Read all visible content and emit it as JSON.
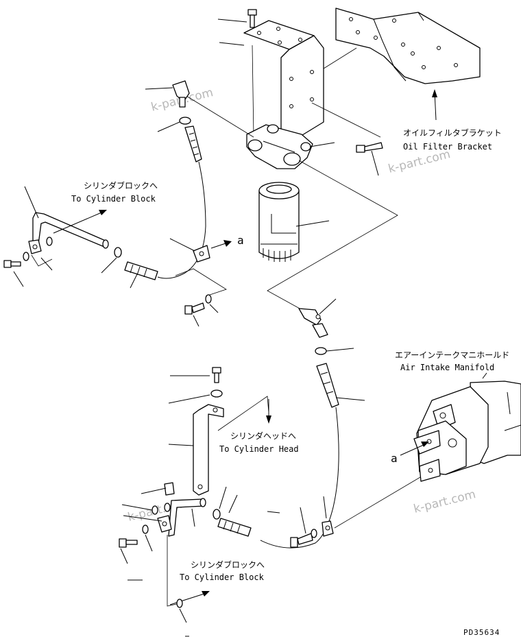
{
  "labels": {
    "oil_filter_bracket_jp": "オイルフィルタブラケット",
    "oil_filter_bracket_en": "Oil Filter Bracket",
    "to_cylinder_block_1_jp": "シリンダブロックへ",
    "to_cylinder_block_1_en": "To Cylinder Block",
    "air_intake_manifold_jp": "エアーインテークマニホールド",
    "air_intake_manifold_en": "Air Intake Manifold",
    "to_cylinder_head_jp": "シリンダヘッドへ",
    "to_cylinder_head_en": "To Cylinder Head",
    "to_cylinder_block_2_jp": "シリンダブロックへ",
    "to_cylinder_block_2_en": "To Cylinder Block",
    "ref_a_1": "a",
    "ref_a_2": "a"
  },
  "watermarks": [
    "k-part.com",
    "k-part.com",
    "k-part.com",
    "k-part.com"
  ],
  "drawing_code": "PD35634"
}
